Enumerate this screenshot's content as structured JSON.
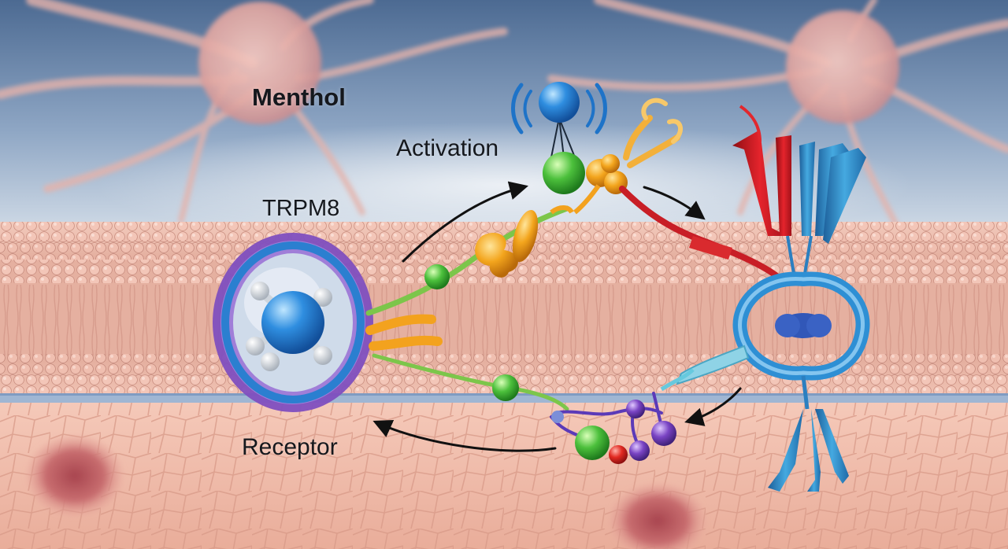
{
  "labels": {
    "menthol": "Menthol",
    "activation": "Activation",
    "trpm8": "TRPM8",
    "receptor": "Receptor"
  },
  "colors": {
    "sky_dark": "#4f6e96",
    "sky_light": "#c9d6e4",
    "membrane": "#e7b4a4",
    "lipid_head": "#f1c4b6",
    "tissue": "#efbcaa",
    "receptor_blue": "#2f86d2",
    "receptor_purple": "#8a5cc4",
    "molecule_green": "#5cc34a",
    "molecule_orange": "#f2a21e",
    "channel_red": "#d4212a",
    "channel_blue": "#2f90cf",
    "arrow": "#111111"
  },
  "icons": {
    "arrows": "curved-arrow-icon",
    "atom": "molecule-icon"
  }
}
